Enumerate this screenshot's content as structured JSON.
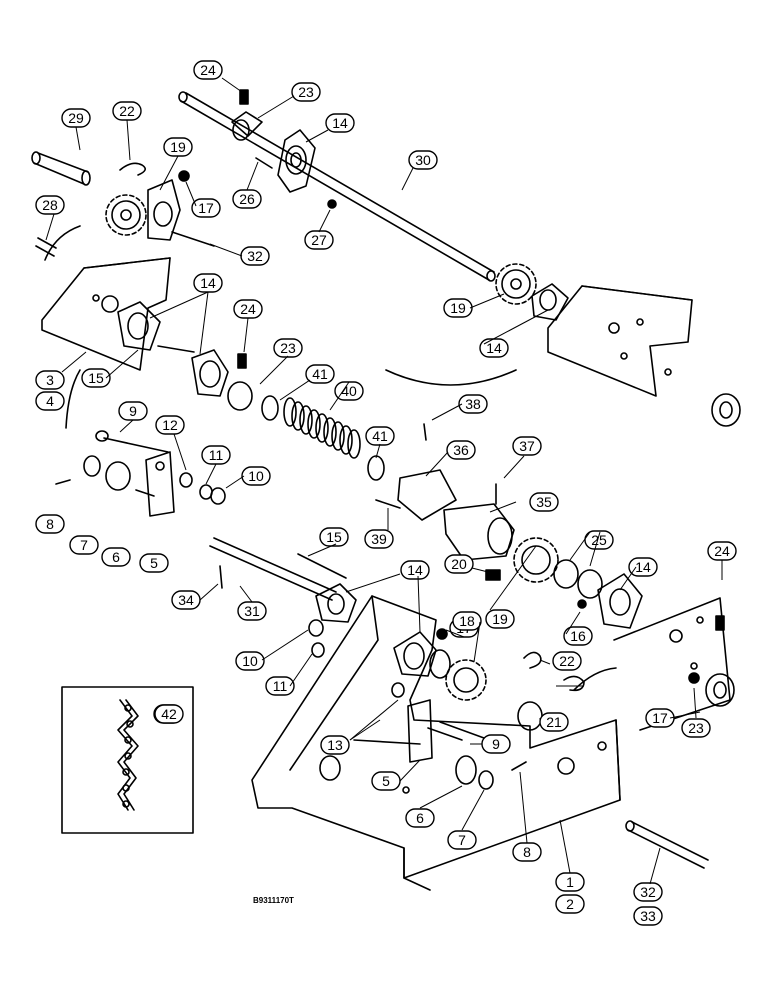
{
  "diagram": {
    "drawing_code": "B9311170T",
    "callouts": [
      "24",
      "23",
      "14",
      "29",
      "22",
      "19",
      "17",
      "30",
      "26",
      "27",
      "28",
      "32",
      "3",
      "4",
      "14",
      "24",
      "23",
      "15",
      "41",
      "40",
      "41",
      "38",
      "19",
      "14",
      "9",
      "12",
      "11",
      "10",
      "36",
      "37",
      "8",
      "7",
      "6",
      "5",
      "35",
      "39",
      "15",
      "20",
      "25",
      "14",
      "24",
      "34",
      "31",
      "14",
      "17",
      "18",
      "19",
      "16",
      "10",
      "11",
      "22",
      "23",
      "17",
      "21",
      "42",
      "13",
      "9",
      "5",
      "6",
      "7",
      "8",
      "1",
      "2",
      "32",
      "33"
    ],
    "inset_label": "42"
  },
  "colors": {
    "line": "#000000",
    "paper": "#ffffff"
  }
}
